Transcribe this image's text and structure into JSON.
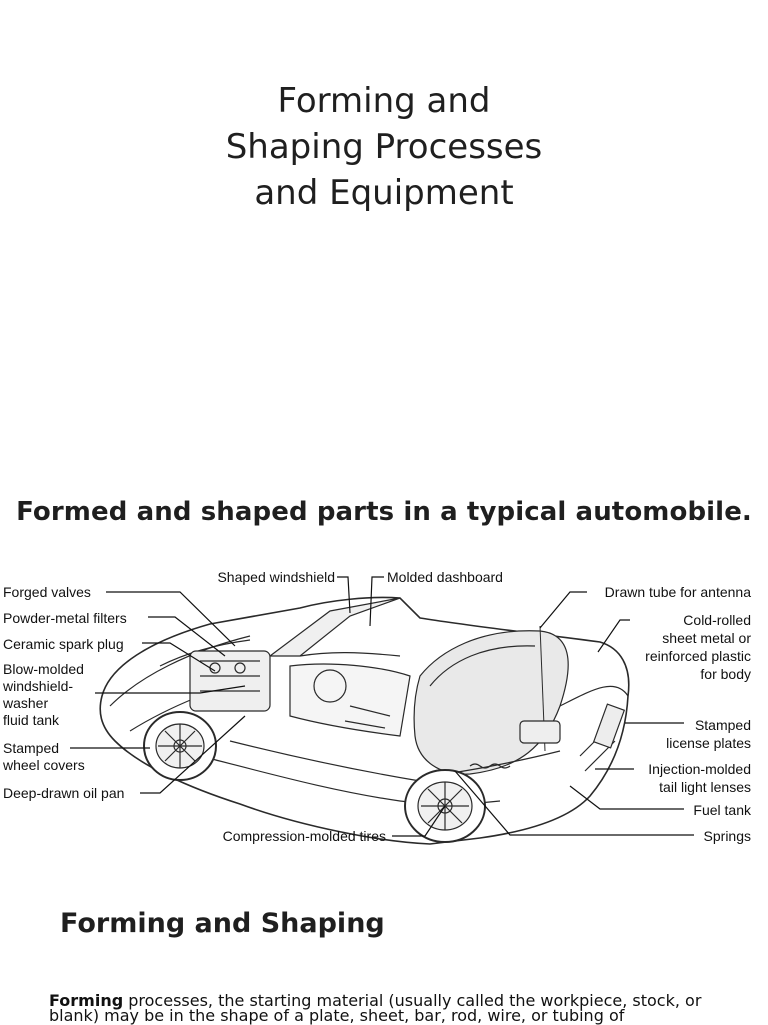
{
  "title": {
    "line1": "Forming and",
    "line2": "Shaping Processes",
    "line3": "and Equipment"
  },
  "figure_caption": "Formed and shaped parts in a typical automobile.",
  "figure": {
    "callouts_left": [
      "Forged valves",
      "Powder-metal filters",
      "Ceramic spark plug",
      "Blow-molded",
      "windshield-",
      "washer",
      "fluid tank",
      "Stamped",
      "wheel covers",
      "Deep-drawn oil pan"
    ],
    "callouts_top": [
      "Shaped windshield",
      "Molded dashboard"
    ],
    "callouts_right": [
      "Drawn tube for antenna",
      "Cold-rolled",
      "sheet metal or",
      "reinforced plastic",
      "for body",
      "Stamped",
      "license plates",
      "Injection-molded",
      "tail light lenses",
      "Fuel tank",
      "Springs"
    ],
    "callout_bottom": "Compression-molded tires"
  },
  "section": {
    "heading": "Forming and Shaping",
    "body_bold": "Forming",
    "body_rest": " processes, the starting material (usually called the workpiece, stock, or blank) may be in the shape of a plate, sheet, bar, rod, wire, or tubing of"
  }
}
